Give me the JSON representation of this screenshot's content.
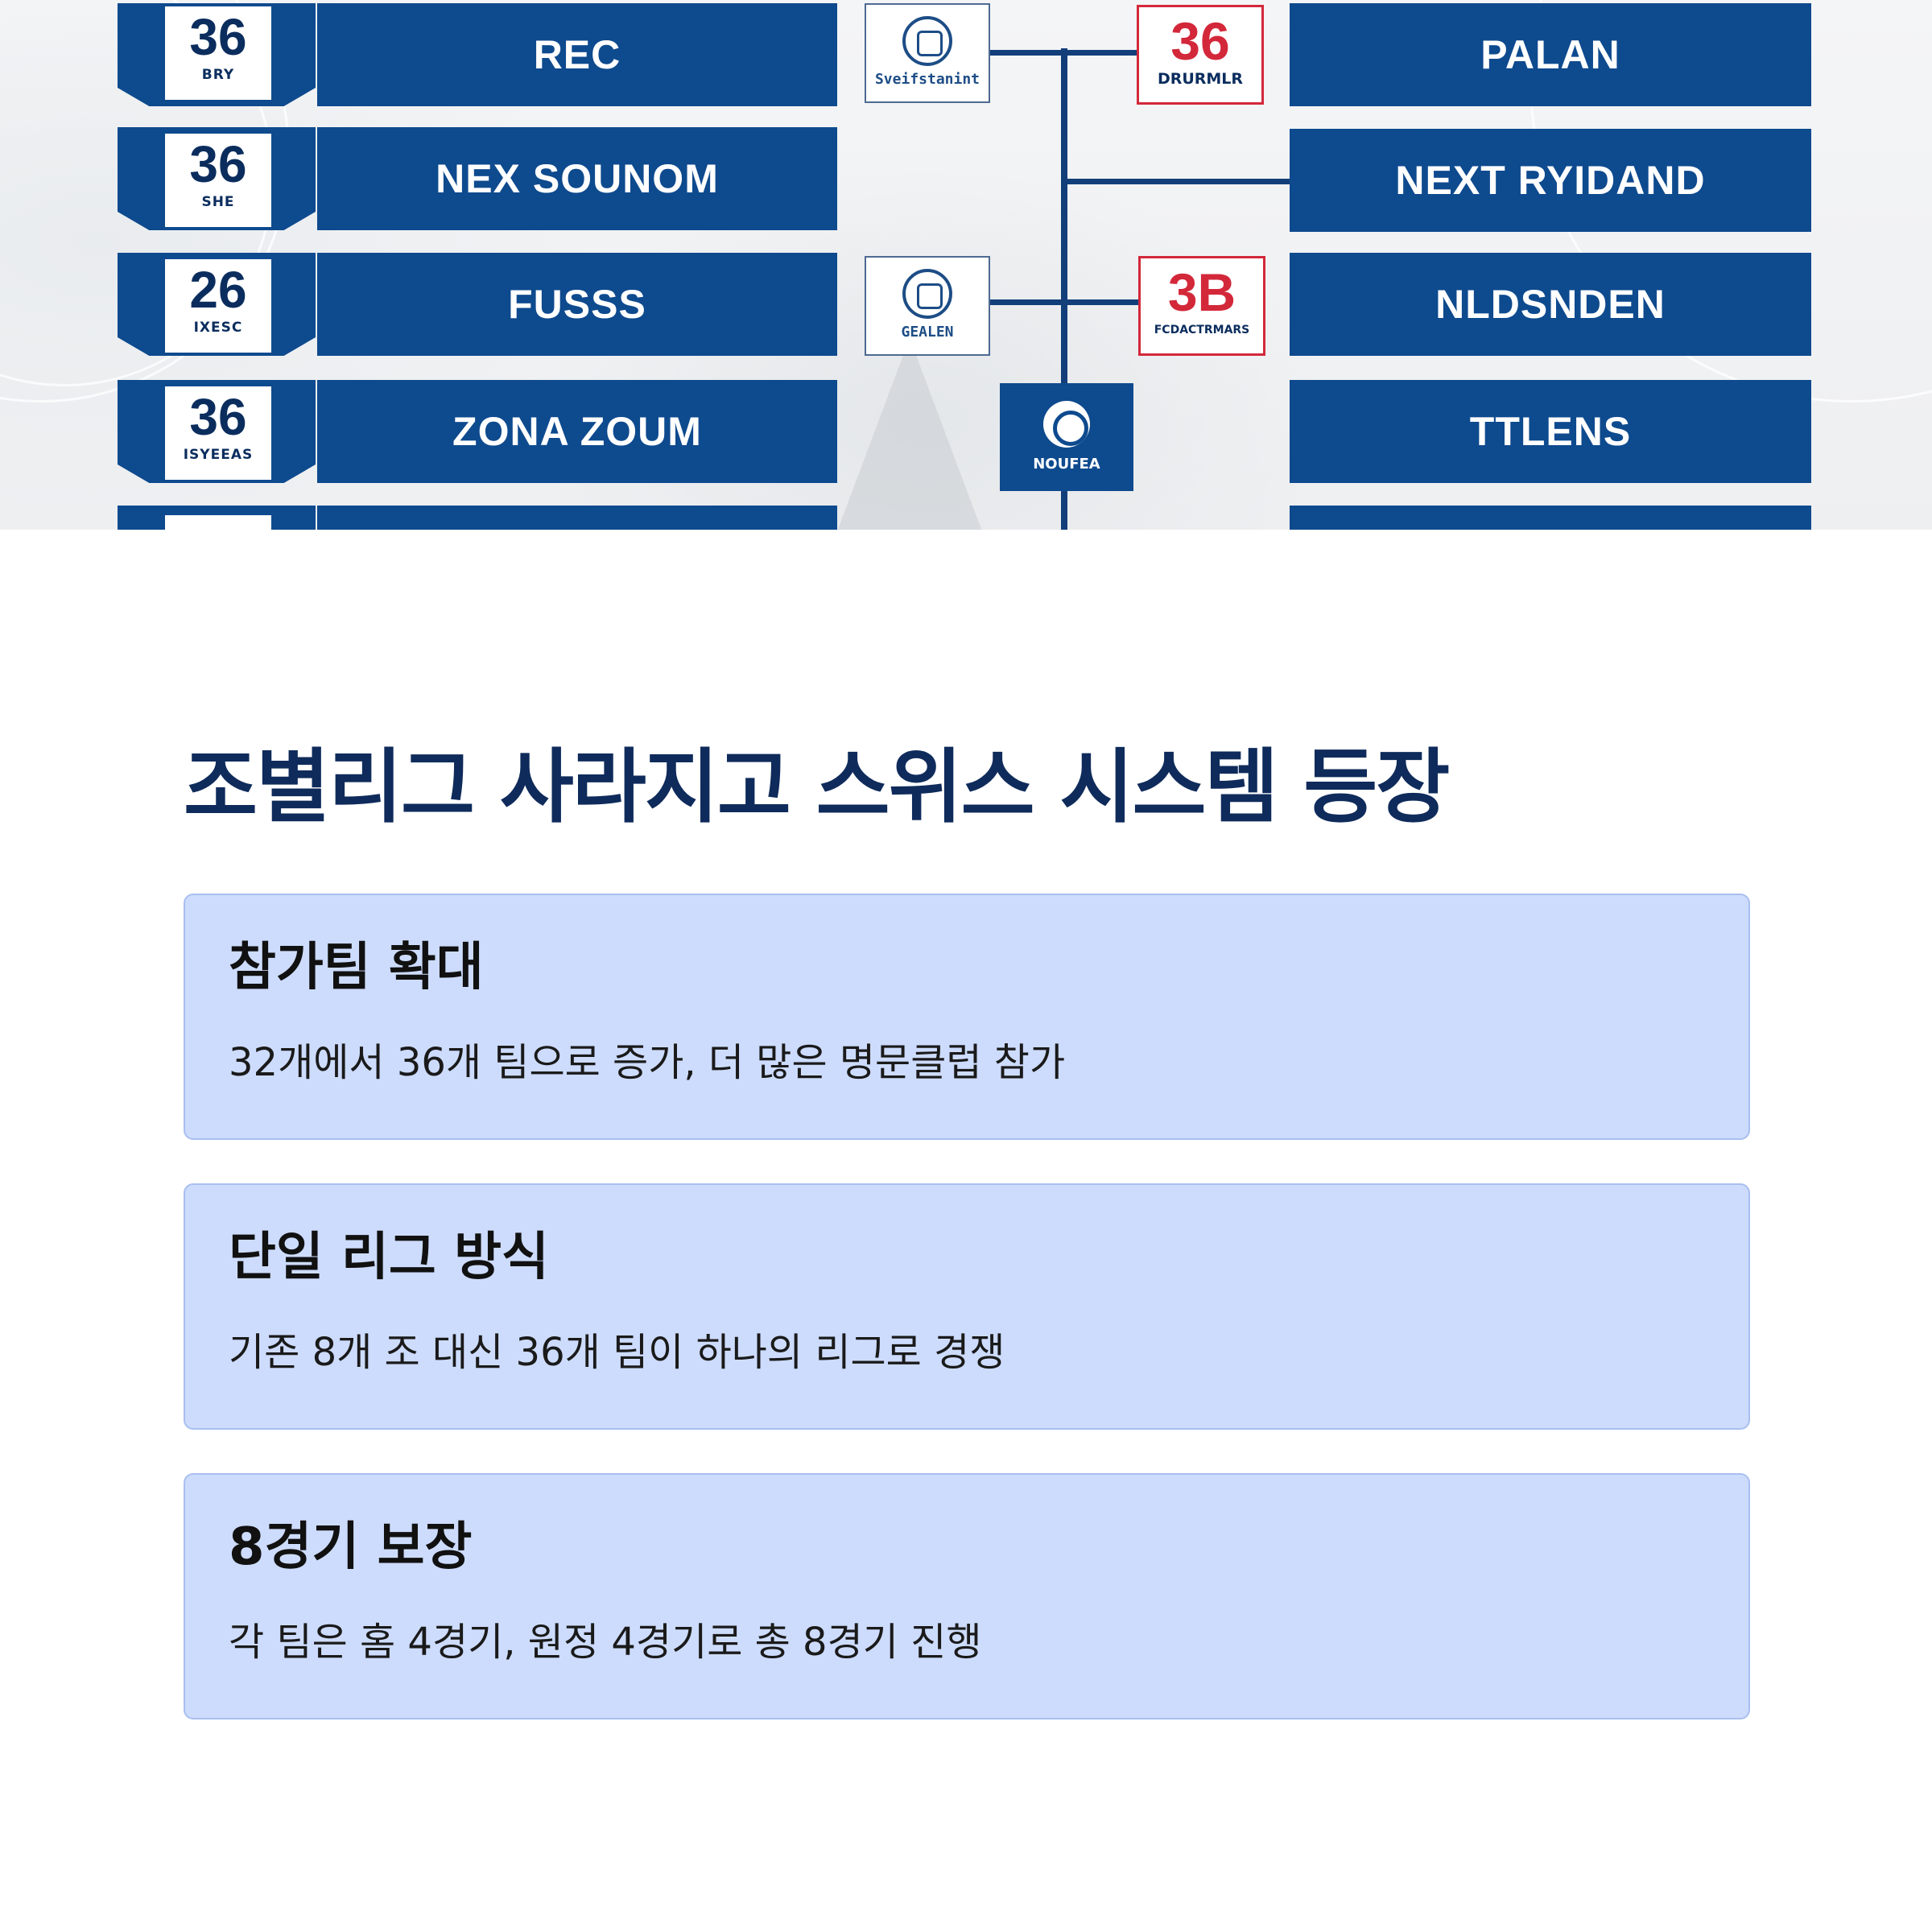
{
  "hero": {
    "left_rows": [
      {
        "number": "36",
        "tag": "BRY",
        "team": "REC"
      },
      {
        "number": "36",
        "tag": "SHE",
        "team": "NEX SOUNOM"
      },
      {
        "number": "26",
        "tag": "IXESC",
        "team": "FUSSS"
      },
      {
        "number": "36",
        "tag": "ISYEEAS",
        "team": "ZONA ZOUM"
      }
    ],
    "right_rows": [
      {
        "team": "PALAN"
      },
      {
        "team": "NEXT RYIDAND"
      },
      {
        "team": "NLDSNDEN"
      },
      {
        "team": "TTLENS"
      }
    ],
    "logos": [
      {
        "caption": "Sveifstanint"
      },
      {
        "caption": "GEALEN"
      }
    ],
    "badges": [
      {
        "number": "36",
        "caption": "DRURMLR"
      },
      {
        "number": "3B",
        "caption": "FCDACTRMARS"
      }
    ],
    "center_tile": {
      "caption": "NOUFEA"
    },
    "colors": {
      "bar": "#0e4a8e",
      "badge_red": "#d3283a",
      "line": "#123f7a"
    }
  },
  "section": {
    "title": "조별리그 사라지고 스위스 시스템 등장",
    "cards": [
      {
        "title": "참가팀 확대",
        "text": "32개에서 36개 팀으로 증가, 더 많은 명문클럽 참가"
      },
      {
        "title": "단일 리그 방식",
        "text": "기존 8개 조 대신 36개 팀이 하나의 리그로 경쟁"
      },
      {
        "title": "8경기 보장",
        "text": "각 팀은 홈 4경기, 원정 4경기로 총 8경기 진행"
      }
    ],
    "colors": {
      "title": "#0f2b5b",
      "card_bg": "#cddcfd",
      "card_border": "#a9bff0"
    }
  }
}
